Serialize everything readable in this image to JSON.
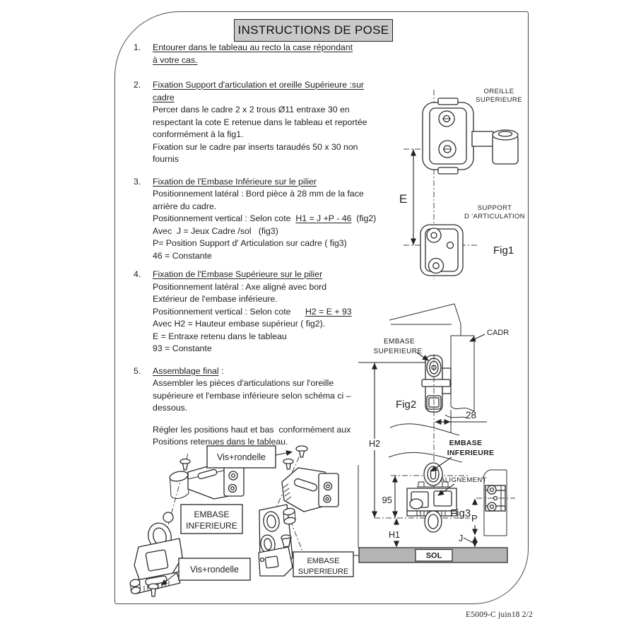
{
  "title": "INSTRUCTIONS DE POSE",
  "footer": "E5009-C juin18  2/2",
  "items": {
    "i1": {
      "num": "1.",
      "heading": "Entourer dans le tableau au recto la case répondant\nà votre cas."
    },
    "i2": {
      "num": "2.",
      "heading": "Fixation Support d'articulation et oreille Supérieure :sur\ncadre",
      "body1": "Percer dans le cadre 2 x 2 trous Ø11 entraxe 30 en\nrespectant la cote E retenue dans le tableau et reportée\nconformément à la fig1.",
      "body2": "Fixation sur le cadre par inserts taraudés 50 x 30 non\nfournis"
    },
    "i3": {
      "num": "3.",
      "heading": "Fixation de l'Embase Inférieure sur le pilier",
      "lateral": "Positionnement latéral : Bord pièce à 28 mm de la face\narrière du cadre.",
      "vertical_prefix": "Positionnement vertical : Selon cote  ",
      "formula": "H1 = J +P - 46",
      "vertical_suffix": "  (fig2)",
      "line_avec": "Avec  J = Jeux Cadre /sol   (fig3)",
      "line_p": "P= Position Support d' Articulation sur cadre ( fig3)",
      "line_const": "46 = Constante"
    },
    "i4": {
      "num": "4.",
      "heading": "Fixation de l'Embase Supérieure sur le pilier",
      "lateral": "Positionnement latéral : Axe aligné avec bord\nExtérieur de l'embase inférieure.",
      "vertical_prefix": "Positionnement vertical : Selon cote      ",
      "formula": "H2 = E + 93",
      "vertical_suffix": "",
      "line_avec": "Avec H2 = Hauteur embase supérieur ( fig2).",
      "line_e": "E = Entraxe retenu dans le tableau",
      "line_const": "93 = Constante"
    },
    "i5": {
      "num": "5.",
      "heading": "Assemblage final",
      "heading_suffix": " :",
      "body1": "Assembler les pièces d'articulations sur l'oreille\nsupérieure et l'embase inférieure selon schéma ci –\ndessous.",
      "body2": "Régler les positions haut et bas  conformément aux\nPositions retenues dans le tableau."
    }
  },
  "fig1": {
    "caption": "Fig1",
    "label_oreille_1": "OREILLE",
    "label_oreille_2": "SUPERIEURE",
    "label_support_1": "SUPPORT",
    "label_support_2": "D 'ARTICULATION",
    "dim_e": "E"
  },
  "fig2": {
    "caption": "Fig2",
    "label_cadre": "CADR",
    "label_embase_1": "EMBASE",
    "label_embase_2": "SUPERIEURE",
    "dim_28": "28",
    "dim_h2": "H2"
  },
  "fig3": {
    "caption": "Fig3",
    "label_embase_1": "EMBASE",
    "label_embase_2": "INFERIEURE",
    "label_alignement": "ALIGNEMENT",
    "dim_95": "95",
    "dim_h1": "H1",
    "dim_p": "P",
    "dim_j": "J",
    "label_sol": "SOL"
  },
  "assembly": {
    "label_vis_top": "Vis+rondelle",
    "label_vis_bottom": "Vis+rondelle",
    "label_embase_inf_1": "EMBASE",
    "label_embase_inf_2": "INFERIEURE",
    "label_embase_sup_1": "EMBASE",
    "label_embase_sup_2": "SUPERIEURE"
  },
  "colors": {
    "title_bg": "#c9c9c9",
    "sol_bar": "#b5b5b5",
    "ink": "#1d1d1d"
  }
}
